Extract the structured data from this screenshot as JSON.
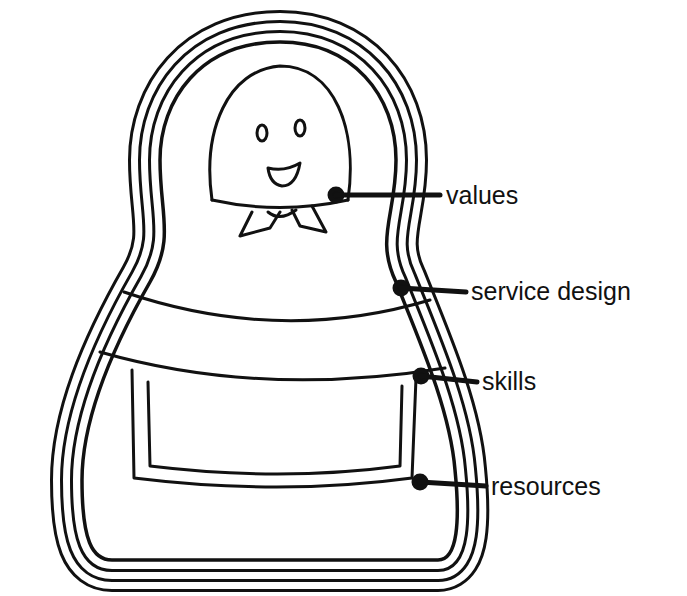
{
  "diagram": {
    "labels": [
      "values",
      "service design",
      "skills",
      "resources"
    ]
  }
}
